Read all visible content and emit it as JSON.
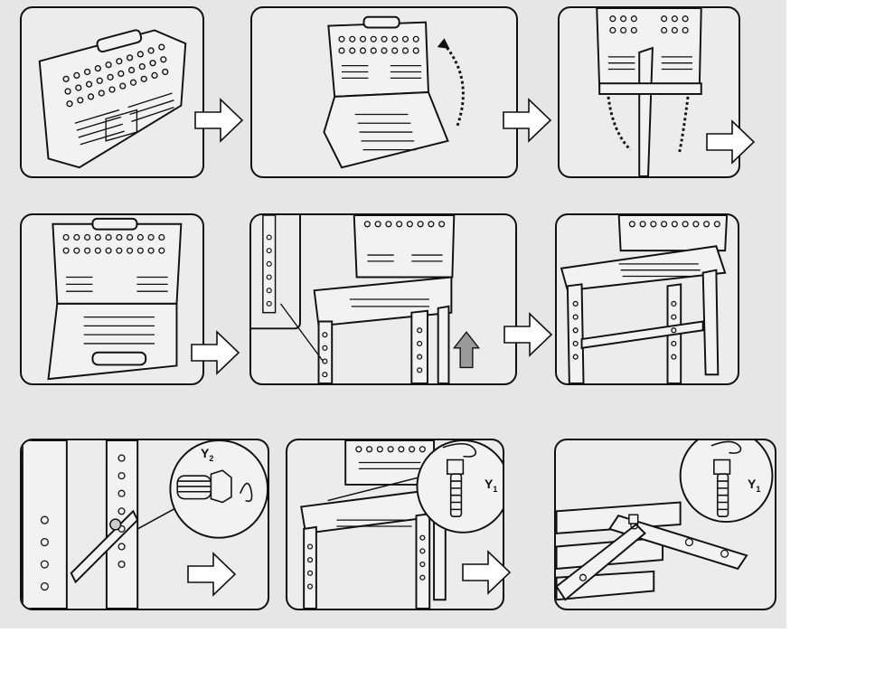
{
  "sheet": {
    "background": "#e6e6e6",
    "line": "#111111",
    "panel_fill": "#ececec"
  },
  "panels": [
    {
      "name": "step-1-closed-case"
    },
    {
      "name": "step-2-open-lid"
    },
    {
      "name": "step-3-flip-handle"
    },
    {
      "name": "step-4-case-open-front"
    },
    {
      "name": "step-5-extend-legs"
    },
    {
      "name": "step-6-chair-assembled"
    },
    {
      "name": "step-7-insert-bolt-y2"
    },
    {
      "name": "step-8-secure-bolt-y1"
    },
    {
      "name": "step-9-seat-bracket-y1"
    }
  ],
  "parts": {
    "y2": {
      "letter": "Y",
      "sub": "2"
    },
    "y1": {
      "letter": "Y",
      "sub": "1"
    }
  },
  "icons": [
    "arrow-right-icon",
    "arrow-up-icon",
    "rotate-arrow-icon",
    "bolt-icon",
    "spiral-icon"
  ]
}
